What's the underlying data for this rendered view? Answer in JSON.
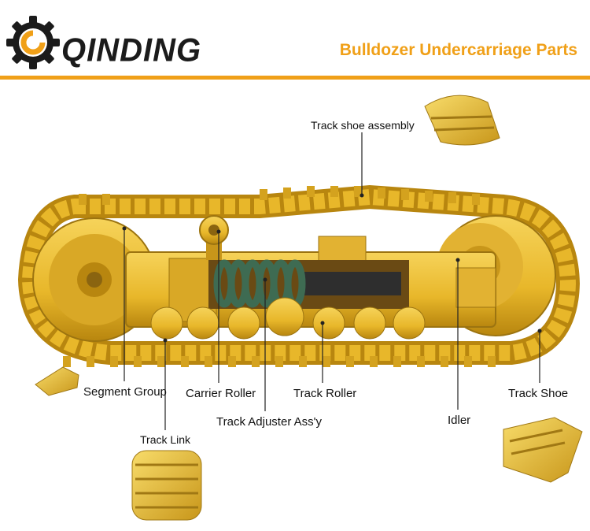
{
  "header": {
    "logo_text": "QINDING",
    "title": "Bulldozer Undercarriage Parts",
    "brand_color": "#f0a018",
    "logo_color": "#1b1b1b"
  },
  "parts": {
    "track_shoe_assembly": "Track shoe assembly",
    "segment_group": "Segment Group",
    "carrier_roller": "Carrier Roller",
    "track_roller": "Track Roller",
    "track_shoe": "Track Shoe",
    "track_adjuster": "Track Adjuster Ass'y",
    "idler": "Idler",
    "track_link": "Track Link"
  },
  "colors": {
    "part_yellow": "#e8b72a",
    "part_shadow": "#b8860f",
    "spring_green": "#3e6b52"
  }
}
